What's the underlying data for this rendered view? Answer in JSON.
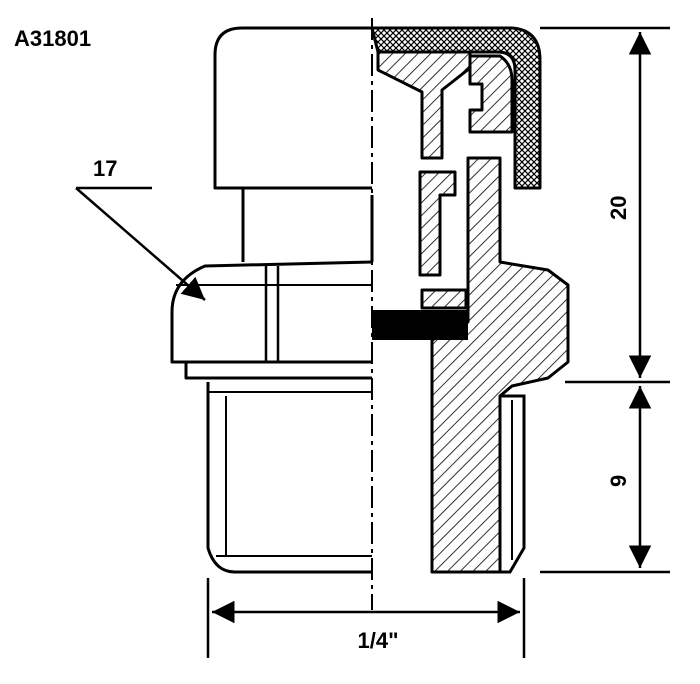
{
  "part_code": "A31801",
  "dimensions": {
    "hex_size": "17",
    "upper_height": "20",
    "thread_length": "9",
    "thread_size": "1/4\""
  },
  "colors": {
    "ink": "#000000",
    "paper": "#ffffff"
  }
}
